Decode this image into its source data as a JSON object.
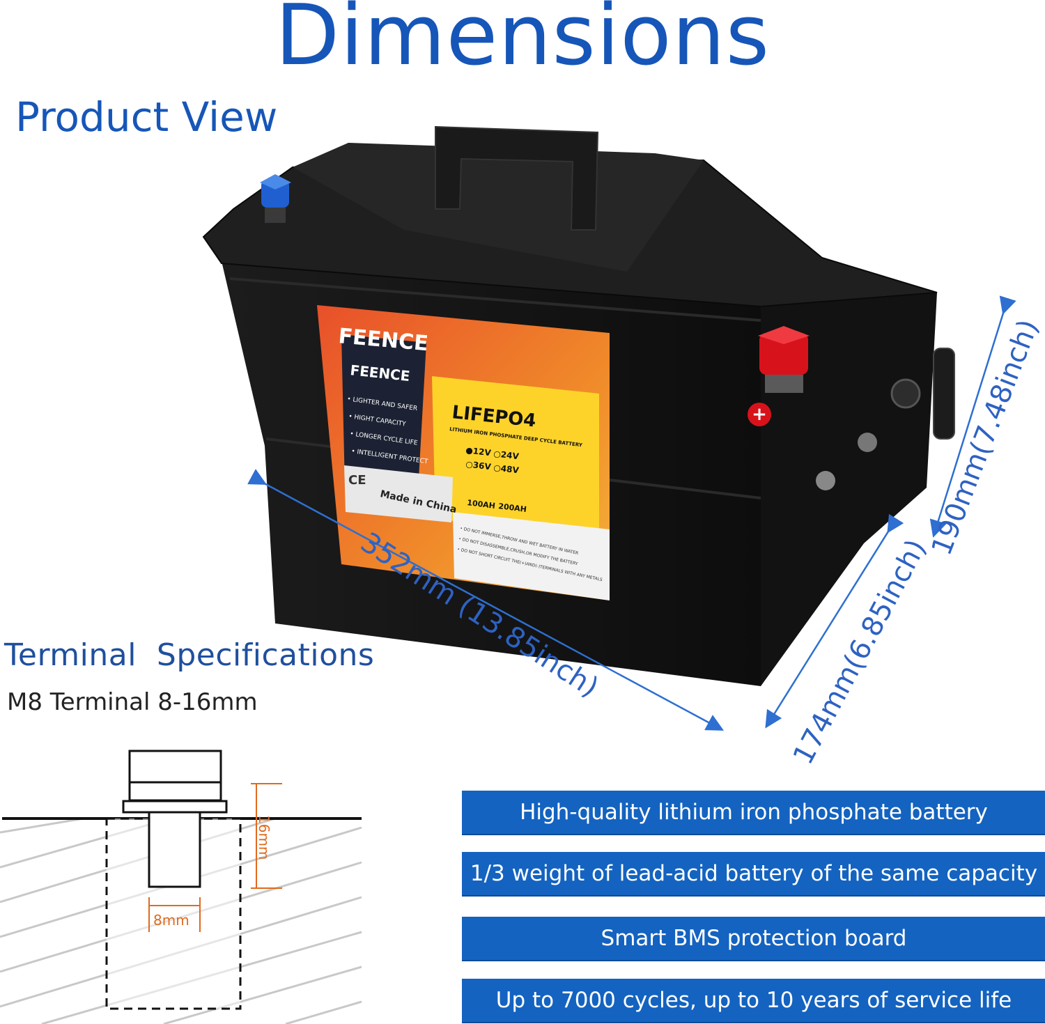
{
  "title": "Dimensions",
  "subtitle": "Product View",
  "dimensions": {
    "length": "352mm (13.85inch)",
    "height": "190mm(7.48inch)",
    "width": "174mm(6.85inch)"
  },
  "terminal": {
    "heading": "Terminal  Specifications",
    "spec": "M8 Terminal 8-16mm",
    "depth_label": "16mm",
    "diameter_label": "8mm"
  },
  "label": {
    "brand": "FEENCE",
    "brand2": "FEENCE",
    "features": [
      "• LIGHTER AND SAFER",
      "• HIGHT CAPACITY",
      "• LONGER CYCLE LIFE",
      "• INTELLIGENT PROTECT"
    ],
    "ce": "CE",
    "made_in": "Made in China",
    "chem": "LIFEPO4",
    "chem_sub": "LITHIUM IRON PHOSPHATE DEEP CYCLE BATTERY",
    "volt_12": "●12V",
    "volt_24": "○24V",
    "volt_36": "○36V",
    "volt_48": "○48V",
    "cap_100": "100AH",
    "cap_200": "200AH",
    "warn1": "• DO NOT IMMERSE,THROW AND WET BATTERY IN WATER",
    "warn2": "• DO NOT DISASSEMBLE,CRUSH,OR MODIFY THE BATTERY",
    "warn3": "• DO NOT SHORT CIRCUIT THE(+)AND(-)TERMINALS WITH ANY METALS"
  },
  "features": [
    "High-quality lithium iron phosphate battery",
    "1/3 weight of lead-acid battery of the same capacity",
    "Smart BMS protection board",
    "Up to 7000 cycles, up to 10 years of service life"
  ],
  "colors": {
    "title_blue": "#1656b8",
    "arrow_blue": "#2e6fd1",
    "feature_bg": "#1463c0",
    "terminal_neg": "#1f5fd0",
    "terminal_pos": "#d8121b",
    "dimension_orange": "#e06a1e"
  }
}
